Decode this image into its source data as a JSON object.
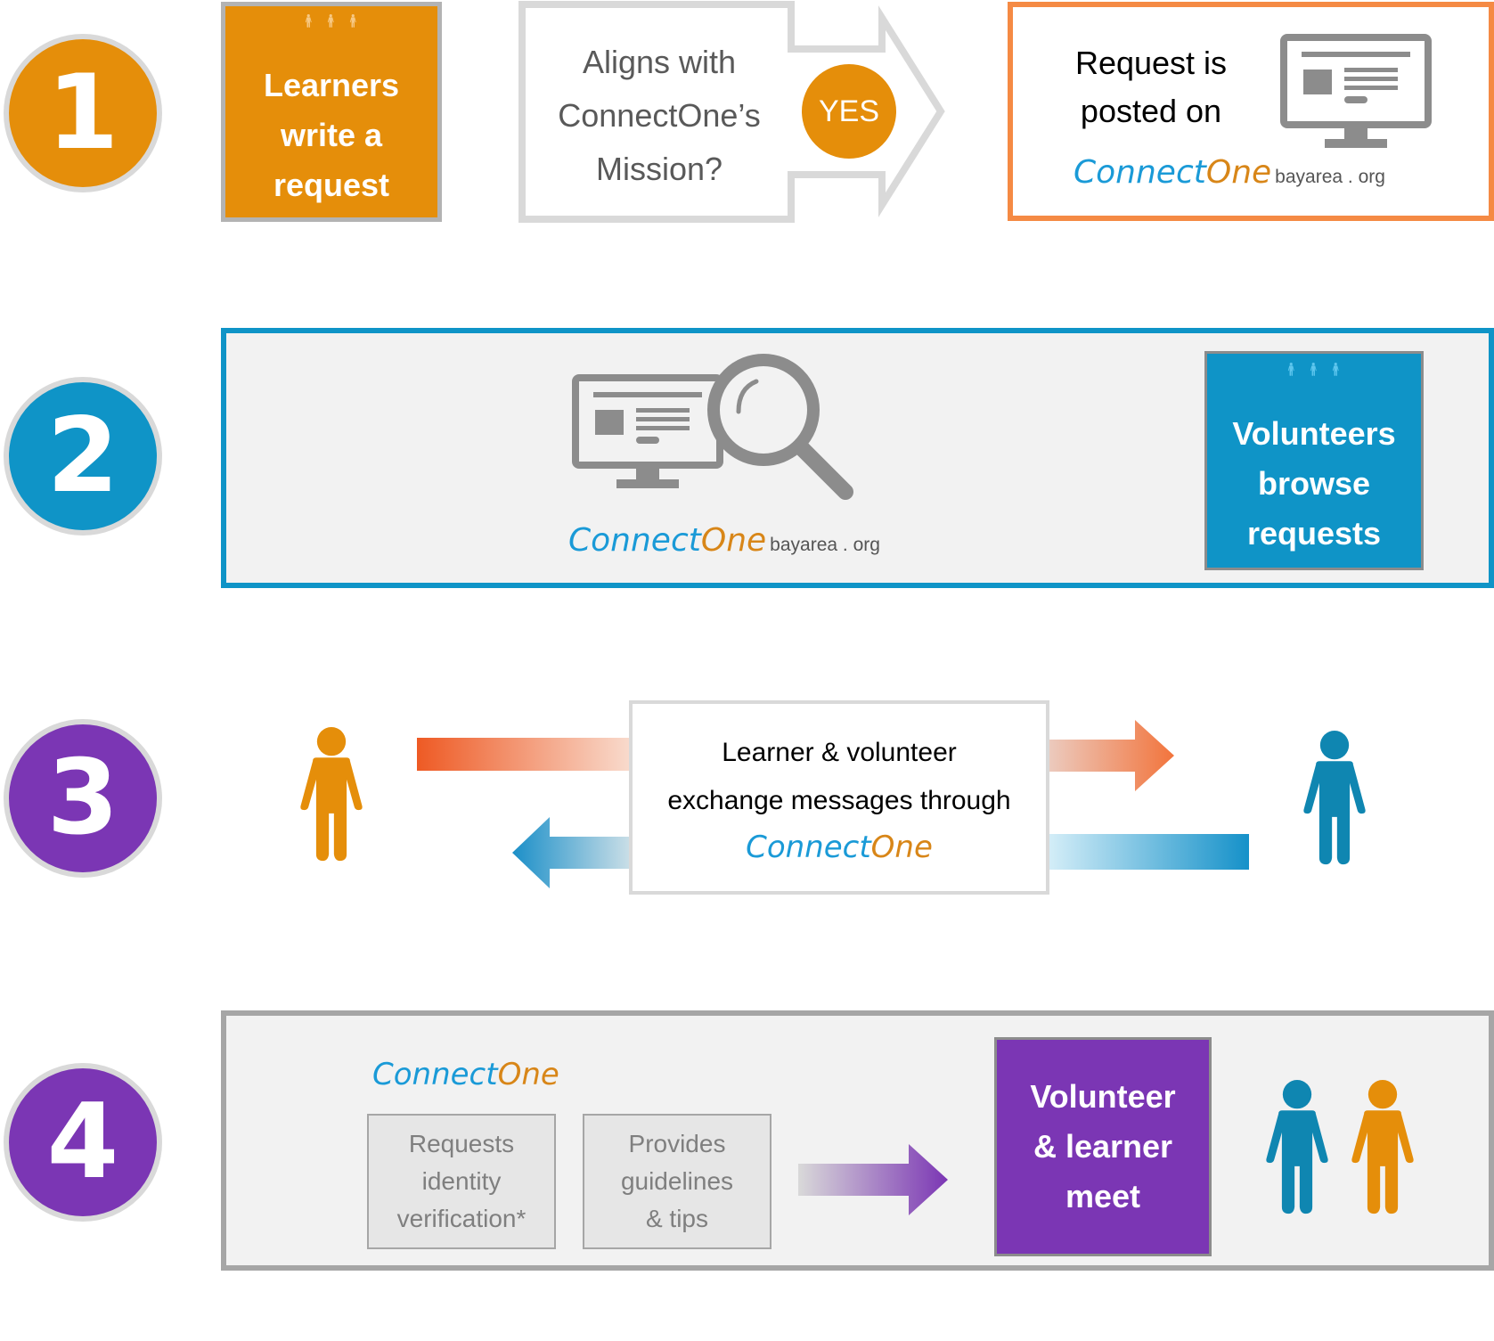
{
  "colors": {
    "orange": "#e58e0a",
    "blue": "#0b93c9",
    "purple": "#7b36b4",
    "post_border": "#f58a44",
    "gray_border": "#a6a6a6",
    "panel_bg": "#f2f2f2"
  },
  "steps": [
    {
      "number": "1",
      "color": "#e58e0a"
    },
    {
      "number": "2",
      "color": "#0f94c7"
    },
    {
      "number": "3",
      "color": "#7b36b4"
    },
    {
      "number": "4",
      "color": "#7b36b4"
    }
  ],
  "brand": {
    "part1": "Connect",
    "part2": "One",
    "domain": "bayarea . org"
  },
  "step1": {
    "learners_label": "Learners\nwrite a\nrequest",
    "mission_question": "Aligns with\nConnectOne’s\nMission?",
    "yes_label": "YES",
    "posted_label": "Request is\nposted on"
  },
  "step2": {
    "volunteers_label": "Volunteers\nbrowse\nrequests"
  },
  "step3": {
    "message_line1": "Learner & volunteer",
    "message_line2": "exchange messages through"
  },
  "step4": {
    "identity_label": "Requests\nidentity\nverification*",
    "guidelines_label": "Provides\nguidelines\n& tips",
    "meet_label": "Volunteer\n& learner\nmeet"
  },
  "icons": [
    "people-group-icon",
    "computer-monitor-icon",
    "magnifier-icon",
    "person-icon",
    "arrow-right-icon",
    "arrow-left-icon"
  ]
}
